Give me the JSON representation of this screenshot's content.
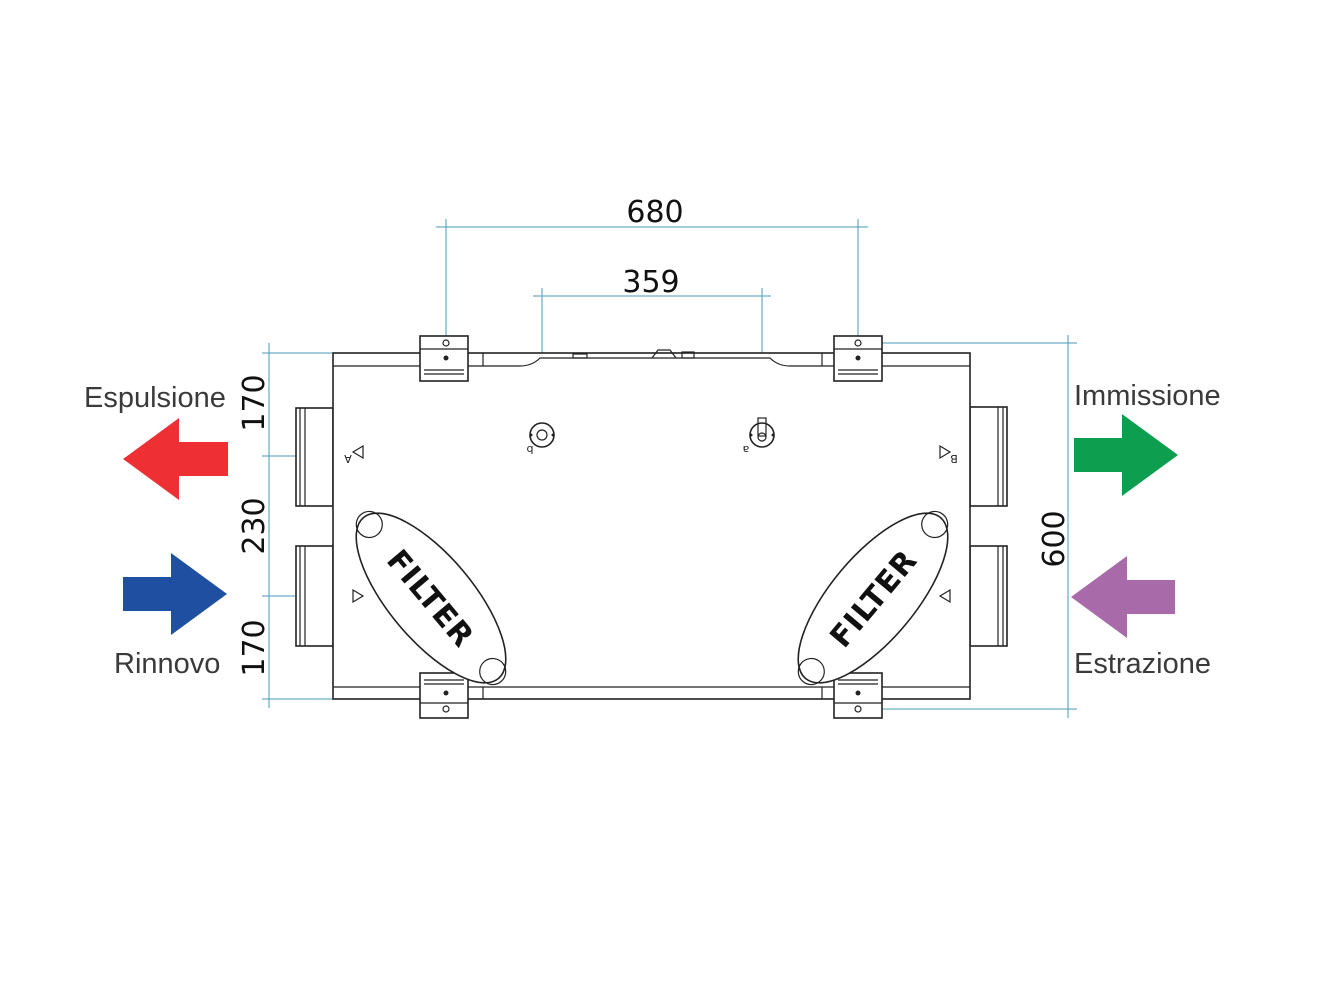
{
  "dimensions": {
    "top_outer": "680",
    "top_inner": "359",
    "left_top": "170",
    "left_middle": "230",
    "left_bottom": "170",
    "right_height": "600"
  },
  "ports": {
    "espulsione": {
      "label": "Espulsione",
      "color": "#ee3035",
      "direction": "left"
    },
    "rinnovo": {
      "label": "Rinnovo",
      "color": "#1f4fa0",
      "direction": "right"
    },
    "immissione": {
      "label": "Immissione",
      "color": "#0e9e4f",
      "direction": "right"
    },
    "estrazione": {
      "label": "Estrazione",
      "color": "#a96aaa",
      "direction": "left"
    }
  },
  "filters": {
    "left": "FILTER",
    "right": "FILTER"
  },
  "markers": {
    "a_left": "A",
    "b_right": "B",
    "port_b": "b",
    "port_a": "a"
  },
  "colors": {
    "dimension_line": "#4a9bb8",
    "outline": "#222222"
  }
}
